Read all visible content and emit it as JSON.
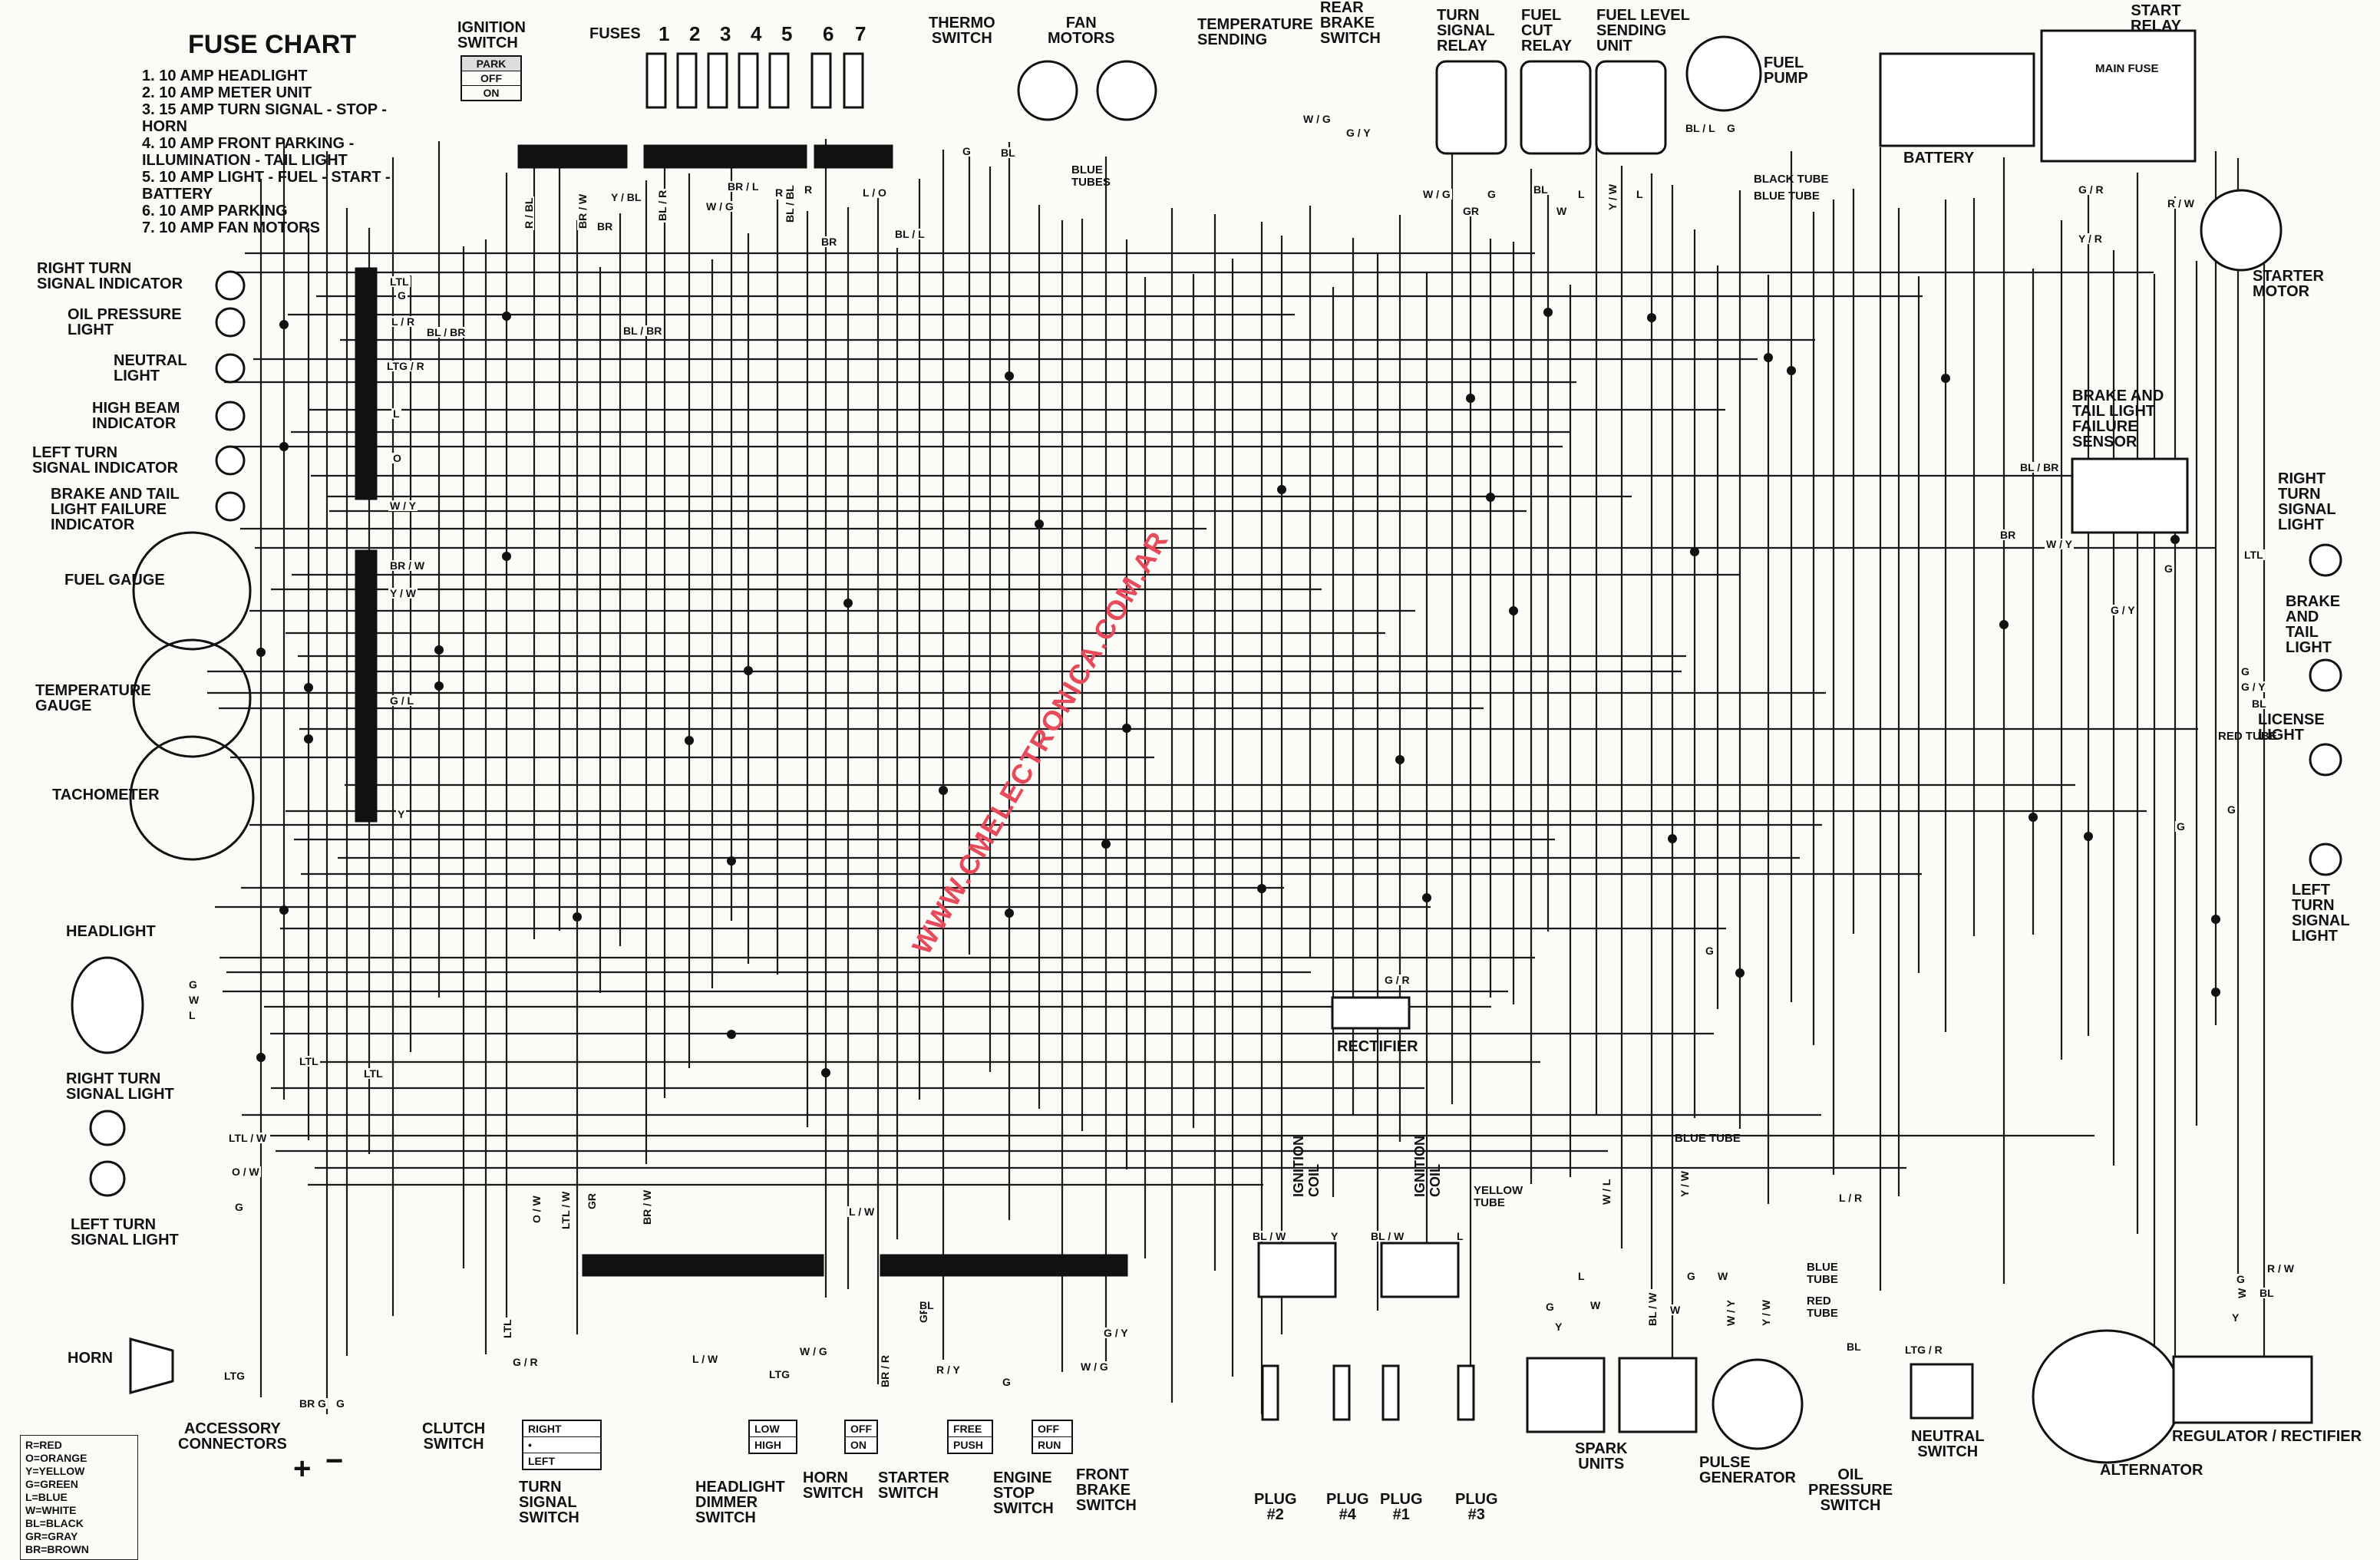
{
  "fuse_chart": {
    "title": "FUSE CHART",
    "items": [
      "1. 10 AMP HEADLIGHT",
      "2. 10 AMP METER UNIT",
      "3. 15 AMP TURN SIGNAL - STOP - HORN",
      "4. 10 AMP FRONT PARKING - ILLUMINATION - TAIL LIGHT",
      "5. 10 AMP LIGHT - FUEL - START - BATTERY",
      "6. 10 AMP PARKING",
      "7. 10 AMP FAN MOTORS"
    ]
  },
  "top": {
    "ignition_switch": "IGNITION\nSWITCH",
    "ign_positions": [
      "PARK",
      "OFF",
      "ON"
    ],
    "fuses": "FUSES",
    "fuse_numbers": [
      "1",
      "2",
      "3",
      "4",
      "5",
      "6",
      "7"
    ],
    "thermo_switch": "THERMO\nSWITCH",
    "fan_motors": "FAN\nMOTORS",
    "temperature_sending": "TEMPERATURE\nSENDING",
    "rear_brake_switch": "REAR\nBRAKE\nSWITCH",
    "turn_signal_relay": "TURN\nSIGNAL\nRELAY",
    "fuel_cut_relay": "FUEL\nCUT\nRELAY",
    "fuel_level_unit": "FUEL LEVEL\nSENDING\nUNIT",
    "fuel_pump": "FUEL\nPUMP",
    "start_relay": "START\nRELAY",
    "main_fuse": "MAIN FUSE",
    "battery": "BATTERY",
    "starter_motor": "STARTER\nMOTOR",
    "black_tube": "BLACK TUBE",
    "blue_tube": "BLUE TUBE",
    "blue_tubes": "BLUE\nTUBES"
  },
  "left": {
    "right_turn_indicator": "RIGHT TURN\nSIGNAL INDICATOR",
    "oil_pressure_light": "OIL PRESSURE\nLIGHT",
    "neutral_light": "NEUTRAL\nLIGHT",
    "high_beam_indicator": "HIGH BEAM\nINDICATOR",
    "left_turn_indicator": "LEFT TURN\nSIGNAL INDICATOR",
    "brake_tail_indicator": "BRAKE AND TAIL\nLIGHT FAILURE\nINDICATOR",
    "fuel_gauge": "FUEL GAUGE",
    "temperature_gauge": "TEMPERATURE\nGAUGE",
    "tachometer": "TACHOMETER",
    "headlight": "HEADLIGHT",
    "right_turn_light": "RIGHT TURN\nSIGNAL LIGHT",
    "left_turn_light": "LEFT TURN\nSIGNAL LIGHT",
    "horn": "HORN",
    "accessory_connectors": "ACCESSORY\nCONNECTORS",
    "plus": "+",
    "minus": "−"
  },
  "right": {
    "sensor": "BRAKE AND\nTAIL LIGHT\nFAILURE\nSENSOR",
    "right_turn_light": "RIGHT\nTURN\nSIGNAL\nLIGHT",
    "brake_tail_light": "BRAKE\nAND\nTAIL\nLIGHT",
    "license_light": "LICENSE\nLIGHT",
    "red_tube": "RED TUBE",
    "left_turn_light": "LEFT\nTURN\nSIGNAL\nLIGHT"
  },
  "bottom": {
    "clutch_switch": "CLUTCH\nSWITCH",
    "turn_signal_switch": "TURN\nSIGNAL\nSWITCH",
    "turn_positions": [
      "RIGHT",
      "•",
      "LEFT"
    ],
    "headlight_dimmer": "HEADLIGHT\nDIMMER\nSWITCH",
    "dimmer_positions": [
      "LOW",
      "HIGH"
    ],
    "horn_switch": "HORN\nSWITCH",
    "horn_positions": [
      "OFF",
      "ON"
    ],
    "starter_switch": "STARTER\nSWITCH",
    "starter_positions": [
      "FREE",
      "PUSH"
    ],
    "engine_stop": "ENGINE\nSTOP\nSWITCH",
    "engine_positions": [
      "OFF",
      "RUN"
    ],
    "front_brake": "FRONT\nBRAKE\nSWITCH",
    "ignition_coil": "IGNITION\nCOIL",
    "plugs": [
      "PLUG\n#2",
      "PLUG\n#4",
      "PLUG\n#1",
      "PLUG\n#3"
    ],
    "rectifier": "RECTIFIER",
    "yellow_tube": "YELLOW\nTUBE",
    "blue_tube": "BLUE TUBE",
    "spark_units": "SPARK\nUNITS",
    "pulse_generator": "PULSE\nGENERATOR",
    "oil_pressure_switch": "OIL\nPRESSURE\nSWITCH",
    "blue_tube_2": "BLUE\nTUBE",
    "red_tube": "RED\nTUBE",
    "neutral_switch": "NEUTRAL\nSWITCH",
    "alternator": "ALTERNATOR",
    "regulator": "REGULATOR / RECTIFIER"
  },
  "color_legend": [
    "R=RED",
    "O=ORANGE",
    "Y=YELLOW",
    "G=GREEN",
    "L=BLUE",
    "W=WHITE",
    "BL=BLACK",
    "GR=GRAY",
    "BR=BROWN"
  ],
  "wire_labels": {
    "top_fuse": [
      "R / BL",
      "BR / W",
      "BR",
      "Y / BL",
      "BL / R",
      "W / G",
      "BR / L",
      "R",
      "BL / BL",
      "R",
      "L / O",
      "BR",
      "BL / L"
    ],
    "top_misc": [
      "G",
      "BL",
      "W / G",
      "G / Y",
      "W / G",
      "G",
      "GR",
      "BL",
      "L",
      "W",
      "Y / W",
      "L",
      "BL / L",
      "G",
      "G / R",
      "R / W",
      "Y / R"
    ],
    "bus_left": [
      "LTL",
      "G",
      "L / R",
      "BL / BR",
      "BL / BR",
      "LTG / R",
      "L",
      "O",
      "W / Y",
      "BR / W",
      "Y / W",
      "G / L",
      "Y"
    ],
    "headlight": [
      "G",
      "W",
      "L"
    ],
    "lower_left": [
      "LTL",
      "LTL",
      "LTL / W",
      "O / W",
      "G",
      "LTG",
      "BR",
      "G",
      "G",
      "O / W",
      "LTL / W",
      "GR",
      "BR / W",
      "L / W"
    ],
    "bottom_sw": [
      "LTL",
      "G / R",
      "L / W",
      "LTG",
      "W / G",
      "BR / R",
      "R / Y",
      "G",
      "G / Y",
      "W / G",
      "GR",
      "BL"
    ],
    "ignition": [
      "BL / W",
      "Y",
      "BL / W",
      "L"
    ],
    "rectifier": [
      "G / R"
    ],
    "spark": [
      "W / L",
      "Y / W",
      "G",
      "W",
      "L",
      "Y",
      "BL / W",
      "W",
      "W / Y",
      "Y / W",
      "G",
      "W"
    ],
    "right_side": [
      "BL / BR",
      "BR",
      "W / Y",
      "G",
      "G / Y",
      "LTL",
      "G",
      "G / Y",
      "BL",
      "G",
      "G"
    ],
    "lower_right": [
      "G",
      "L / R",
      "BL",
      "LTG / R",
      "R / W",
      "W",
      "Y",
      "G",
      "BL"
    ]
  },
  "watermark": "WWW.CMELECTRONICA.COM.AR"
}
